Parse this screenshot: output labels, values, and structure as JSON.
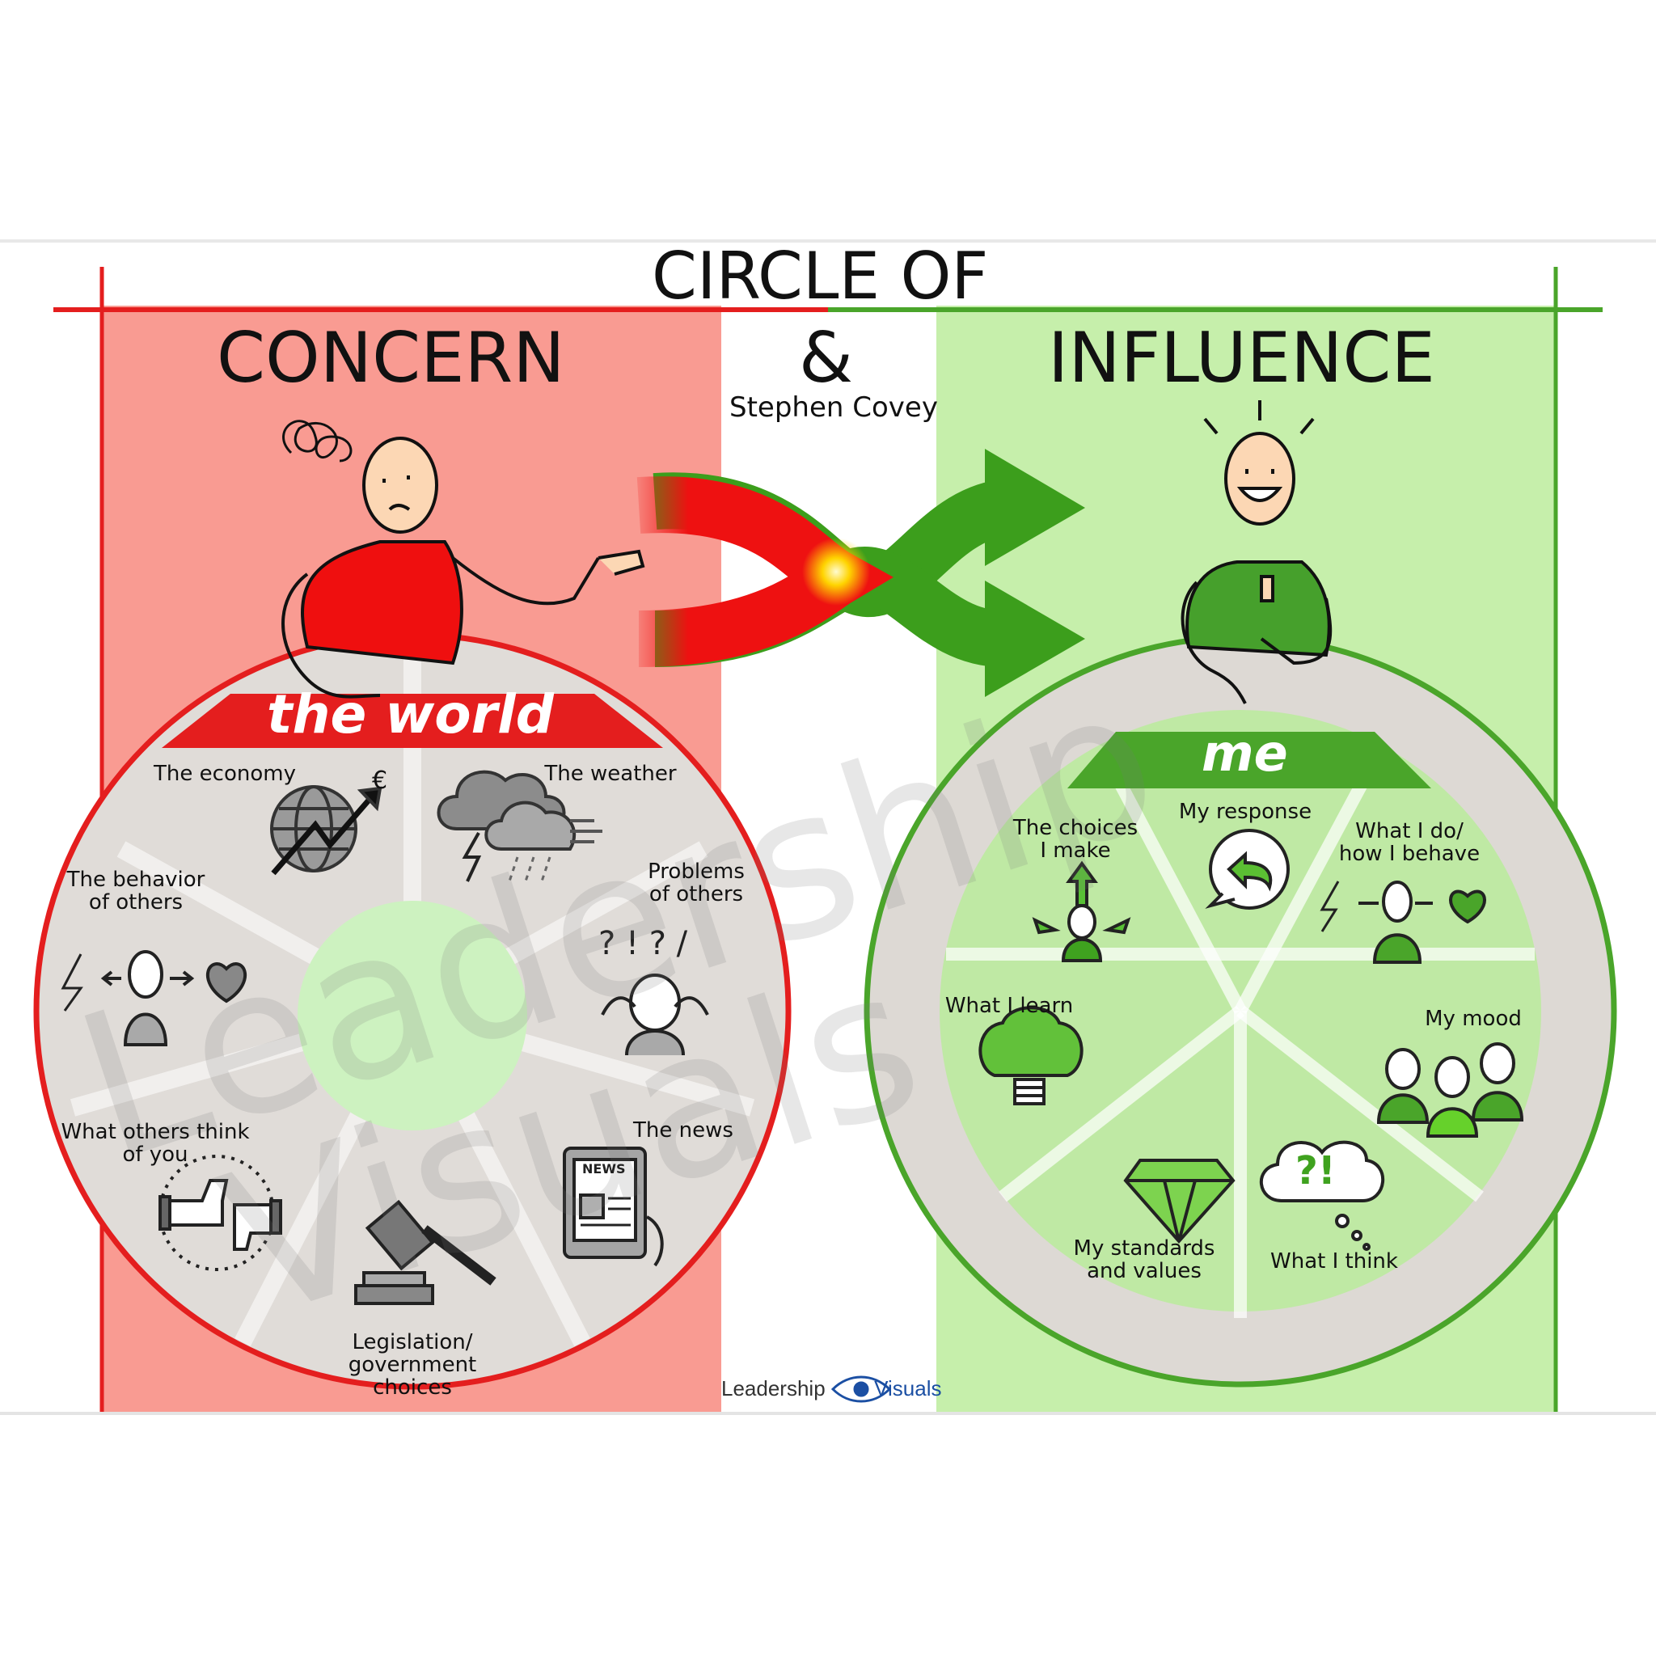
{
  "title": {
    "line1": "CIRCLE OF",
    "left": "CONCERN",
    "amp": "&",
    "right": "INFLUENCE",
    "author": "Stephen Covey"
  },
  "concern": {
    "banner": "the world",
    "items": [
      "The economy",
      "The weather",
      "The behavior\nof others",
      "Problems\nof others",
      "What others think\nof you",
      "The news",
      "Legislation/\ngovernment choices"
    ],
    "news_sign": "NEWS"
  },
  "influence": {
    "banner": "me",
    "items": [
      "The choices\nI make",
      "My response",
      "What I do/\nhow I behave",
      "What I learn",
      "My mood",
      "My standards\nand values",
      "What I think"
    ],
    "question_bubble": "?!"
  },
  "footer": {
    "brand_a": "Leadership",
    "brand_b": "Visuals"
  },
  "watermark": {
    "line1": "Leadership",
    "line2": "Visuals"
  },
  "colors": {
    "concern_bg": "#f99b92",
    "concern_red": "#e41e1e",
    "influence_bg": "#c6efab",
    "influence_green": "#4aa52a",
    "inner_gray": "#e0dcd8"
  }
}
